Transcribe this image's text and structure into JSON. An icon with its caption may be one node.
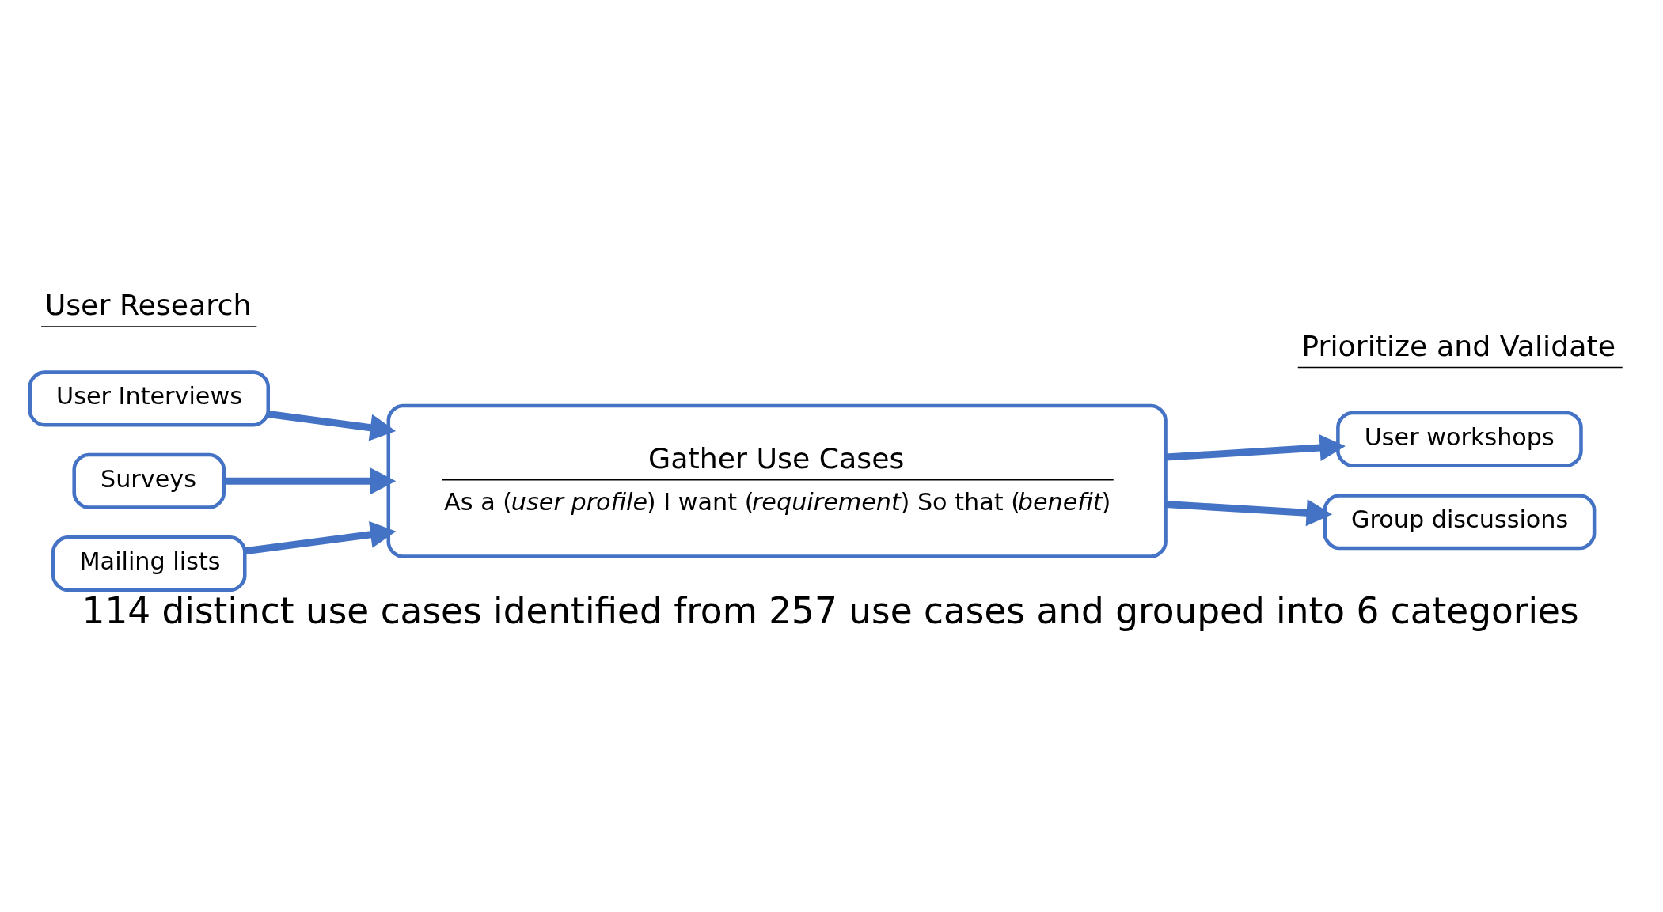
{
  "diagram": {
    "caption": "114 distinct use cases identified from 257 use cases and grouped into 6 categories",
    "nodes": [
      {
        "text": [
          "User Interviews"
        ]
      },
      {
        "text": [
          "Surveys"
        ]
      },
      {
        "text": [
          "Mailing lists"
        ]
      },
      {
        "text": [
          "Gather Use Cases",
          "As a (*user profile*) I want (*requirement*) So that (*benefit*)"
        ]
      },
      {
        "text": [
          "User workshops"
        ]
      },
      {
        "text": [
          "Group discussions"
        ]
      }
    ],
    "edges": [
      {
        "from": 0,
        "to": 3,
        "arrow": "to"
      },
      {
        "from": 1,
        "to": 3,
        "arrow": "to"
      },
      {
        "from": 2,
        "to": 3,
        "arrow": "to"
      },
      {
        "from": 3,
        "to": 4,
        "arrow": "to"
      },
      {
        "from": 3,
        "to": 5,
        "arrow": "to"
      }
    ],
    "labels": [
      "User Research",
      "Prioritize and Validate"
    ]
  }
}
